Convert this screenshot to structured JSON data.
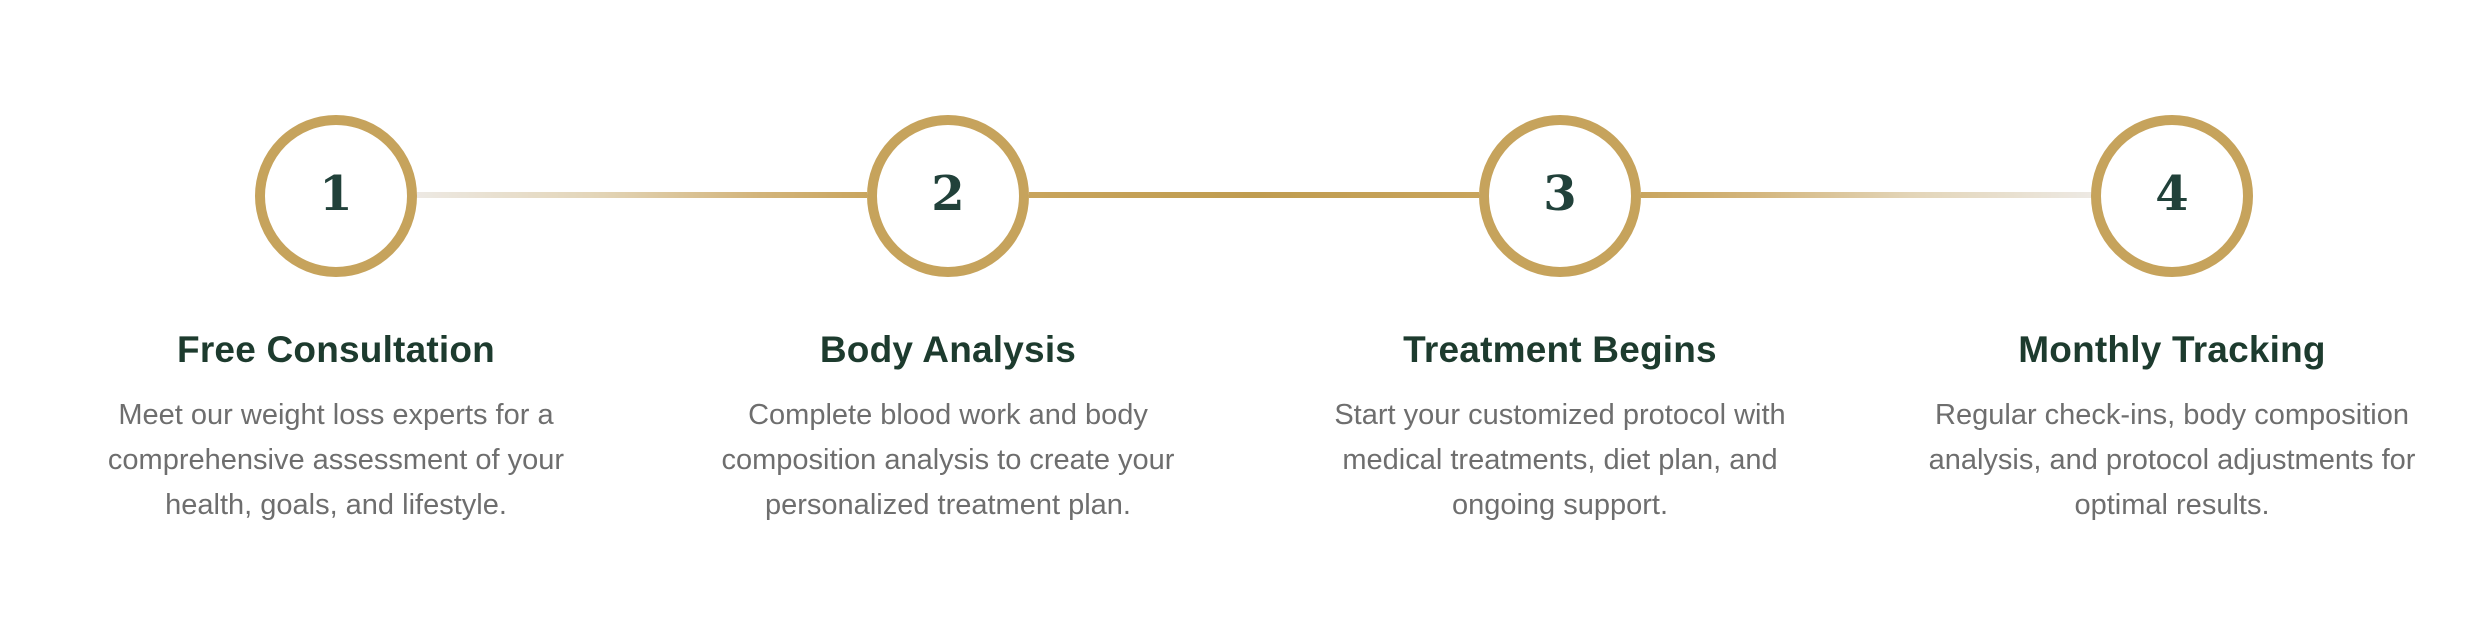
{
  "section": {
    "name": "treatment-process-steps"
  },
  "colors": {
    "circle_border_gold": "#C6A35C",
    "connector_gold": "#C9A55E",
    "connector_light": "#EDE9E3",
    "number_green": "#21413A",
    "title_green": "#1D3B2E",
    "description_gray": "#6E6E6E",
    "background": "#FFFFFF"
  },
  "steps": [
    {
      "number": "1",
      "title": "Free Consultation",
      "description": "Meet our weight loss experts for a comprehensive assessment of your health, goals, and lifestyle."
    },
    {
      "number": "2",
      "title": "Body Analysis",
      "description": "Complete blood work and body composition analysis to create your personalized treatment plan."
    },
    {
      "number": "3",
      "title": "Treatment Begins",
      "description": "Start your customized protocol with medical treatments, diet plan, and ongoing support."
    },
    {
      "number": "4",
      "title": "Monthly Tracking",
      "description": "Regular check-ins, body composition analysis, and protocol adjustments for optimal results."
    }
  ]
}
